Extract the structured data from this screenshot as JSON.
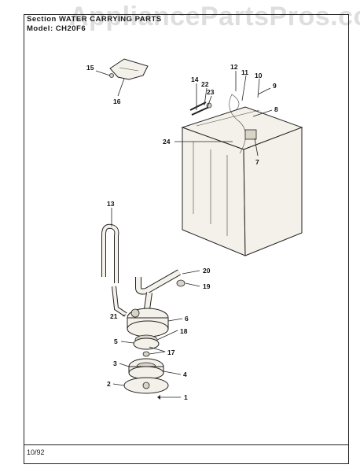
{
  "header": {
    "section_line": "Section WATER CARRYING PARTS",
    "model_line": "Model: CH20F6"
  },
  "watermark": "AppliancePartsPros.com",
  "footer": {
    "date": "10/92"
  },
  "callouts": [
    "1",
    "2",
    "3",
    "4",
    "5",
    "6",
    "7",
    "8",
    "9",
    "10",
    "11",
    "12",
    "13",
    "14",
    "15",
    "16",
    "17",
    "18",
    "19",
    "20",
    "21",
    "22",
    "23",
    "24"
  ]
}
